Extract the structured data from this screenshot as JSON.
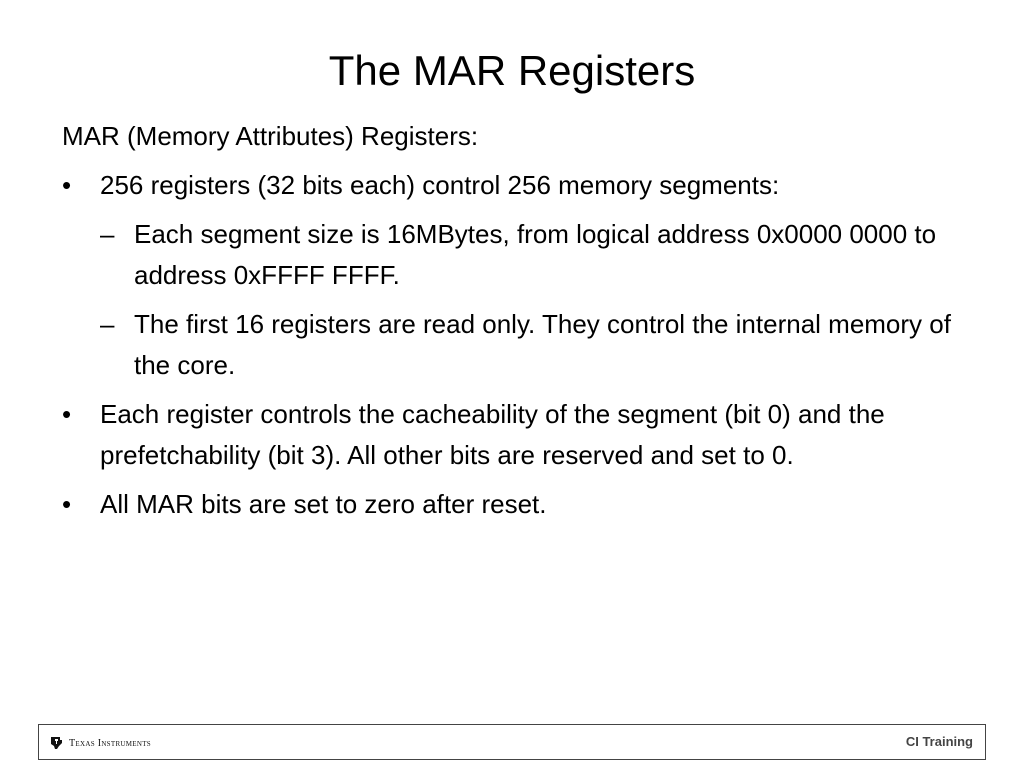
{
  "slide": {
    "title": "The MAR Registers",
    "intro": "MAR (Memory Attributes) Registers:",
    "bullets": [
      {
        "text": "256 registers (32 bits each) control 256 memory segments:",
        "subbullets": [
          "Each segment size is 16MBytes, from logical address 0x0000 0000 to address 0xFFFF FFFF.",
          "The first 16 registers are read only. They control the internal memory of the core."
        ]
      },
      {
        "text": "Each register controls the cacheability of the segment (bit 0) and the prefetchability (bit 3). All other bits are reserved and set to 0."
      },
      {
        "text": "All MAR bits are set to zero after reset."
      }
    ],
    "bullet_marker": "•",
    "sub_marker": "–"
  },
  "footer": {
    "logo_icon": "texas-instruments-logo-icon",
    "logo_text": "Texas Instruments",
    "right_label": "CI Training"
  }
}
